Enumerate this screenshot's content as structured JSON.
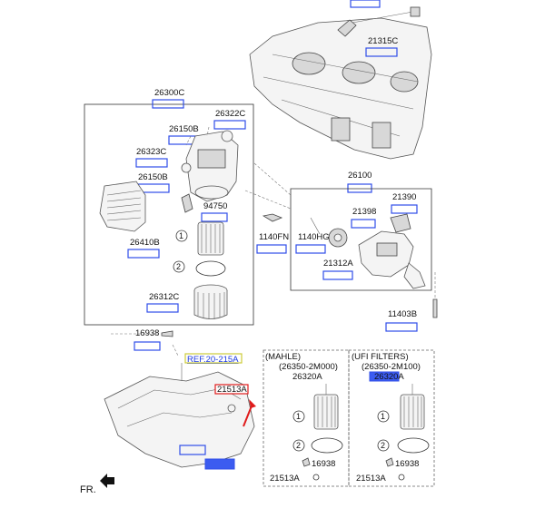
{
  "labels": {
    "p21315c": "21315C",
    "p26300c": "26300C",
    "p26322c": "26322C",
    "p26150b_top": "26150B",
    "p26323c": "26323C",
    "p26150b_mid": "26150B",
    "p94750": "94750",
    "p26410b": "26410B",
    "p26312c": "26312C",
    "p16938": "16938",
    "p26100": "26100",
    "p21390": "21390",
    "p21398": "21398",
    "p1140fn": "1140FN",
    "p1140hg": "1140HG",
    "p21312a": "21312A",
    "p11403b": "11403B",
    "ref": "REF.20-215A",
    "p21513a_main": "21513A",
    "mahle_title": "(MAHLE)",
    "mahle_pn": "(26350-2M000)",
    "mahle_part": "26320A",
    "mahle_16938": "16938",
    "mahle_21513a": "21513A",
    "ufi_title": "(UFI FILTERS)",
    "ufi_pn": "(26350-2M100)",
    "ufi_part": "26320A",
    "ufi_16938": "16938",
    "ufi_21513a": "21513A",
    "fr": "FR.",
    "c1": "1",
    "c2": "2",
    "c1_mahle": "1",
    "c2_mahle": "2",
    "c1_ufi": "1",
    "c2_ufi": "2"
  }
}
